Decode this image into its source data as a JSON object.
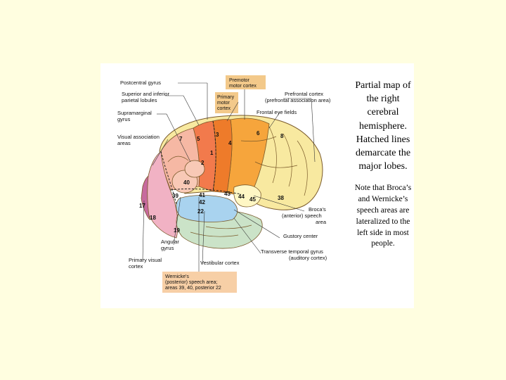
{
  "caption": {
    "main": "Partial map of the right cerebral hemisphere. Hatched lines demarcate the major lobes.",
    "note": "Note that Broca’s and Wernicke’s speech areas are lateralized to the left side in most people."
  },
  "diagram": {
    "labels": {
      "postcentral": "Postcentral gyrus",
      "sup_inf_1": "Superior and inferior",
      "sup_inf_2": "parietal lobules",
      "supramarginal_1": "Supramarginal",
      "supramarginal_2": "gyrus",
      "visual_assoc_1": "Visual association",
      "visual_assoc_2": "areas",
      "premotor_1": "Premotor",
      "premotor_2": "motor cortex",
      "primary_motor_1": "Primary",
      "primary_motor_2": "motor",
      "primary_motor_3": "cortex",
      "prefrontal_1": "Prefrontal cortex",
      "prefrontal_2": "(prefrontal association area)",
      "frontal_eye": "Frontal eye fields",
      "broca_1": "Broca's",
      "broca_2": "(anterior) speech",
      "broca_3": "area",
      "gustatory": "Gustory center",
      "transverse_1": "Transverse temporal gyrus",
      "transverse_2": "(auditory cortex)",
      "vestibular": "Vestibular cortex",
      "angular_1": "Angular",
      "angular_2": "gyrus",
      "primary_visual_1": "Primary visual",
      "primary_visual_2": "cortex",
      "wernicke_1": "Wernicke's",
      "wernicke_2": "(posterior) speech area;",
      "wernicke_3": "areas 39, 40, posterior 22"
    },
    "areas": {
      "a1": "1",
      "a2": "2",
      "a3": "3",
      "a4": "4",
      "a5": "5",
      "a6": "6",
      "a7": "7",
      "a8": "8",
      "a17": "17",
      "a18": "18",
      "a19": "19",
      "a22": "22",
      "a38": "38",
      "a39": "39",
      "a40": "40",
      "a41": "41",
      "a42": "42",
      "a43": "43",
      "a44": "44",
      "a45": "45"
    },
    "colors": {
      "prefrontal": "#f8e9a0",
      "premotor": "#f6a53c",
      "motor": "#ee7b2a",
      "sensory": "#f27a4c",
      "parietal": "#f6b8a4",
      "occipital": "#f1b2c4",
      "primary_visual": "#c76a9e",
      "temporal_blue": "#a9d3ef",
      "temporal_green": "#cbe3c8",
      "broca": "#fff7c4",
      "label_box": "#f3c98a",
      "wernicke_box": "#f7cfa6"
    }
  }
}
